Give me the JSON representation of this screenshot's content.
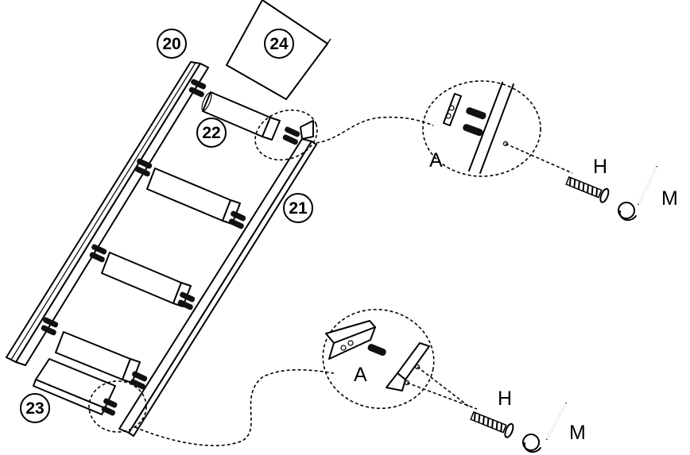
{
  "part_labels": {
    "p20": "20",
    "p21": "21",
    "p22": "22",
    "p23": "23",
    "p24": "24"
  },
  "detail_labels": {
    "top_detail": "A",
    "bottom_detail": "A"
  },
  "hardware_labels": {
    "screw_top": "H",
    "key_top": "M",
    "screw_bottom": "H",
    "key_bottom": "M"
  }
}
